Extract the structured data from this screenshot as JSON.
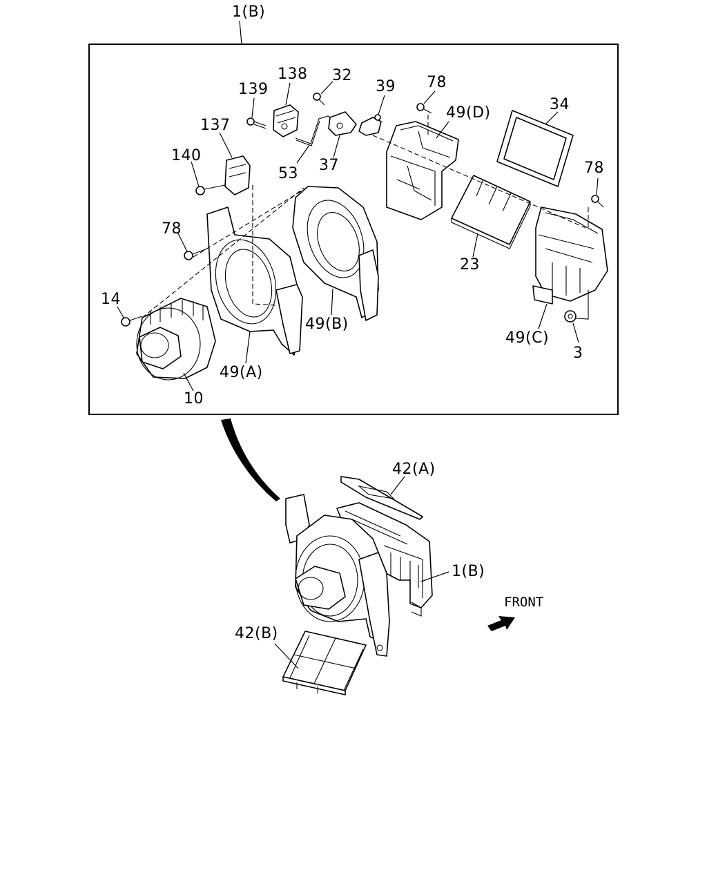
{
  "diagram": {
    "assembly_label_top": "1(B)",
    "assembly_label_lower": "1(B)",
    "direction_label": "FRONT",
    "callouts": {
      "p138": "138",
      "p32": "32",
      "p139": "139",
      "p39": "39",
      "p78a": "78",
      "p49d": "49(D)",
      "p34": "34",
      "p137": "137",
      "p140": "140",
      "p53": "53",
      "p37": "37",
      "p78b": "78",
      "p78c": "78",
      "p23": "23",
      "p14": "14",
      "p49b": "49(B)",
      "p49c": "49(C)",
      "p3": "3",
      "p49a": "49(A)",
      "p10": "10",
      "p42a": "42(A)",
      "p42b": "42(B)"
    }
  }
}
